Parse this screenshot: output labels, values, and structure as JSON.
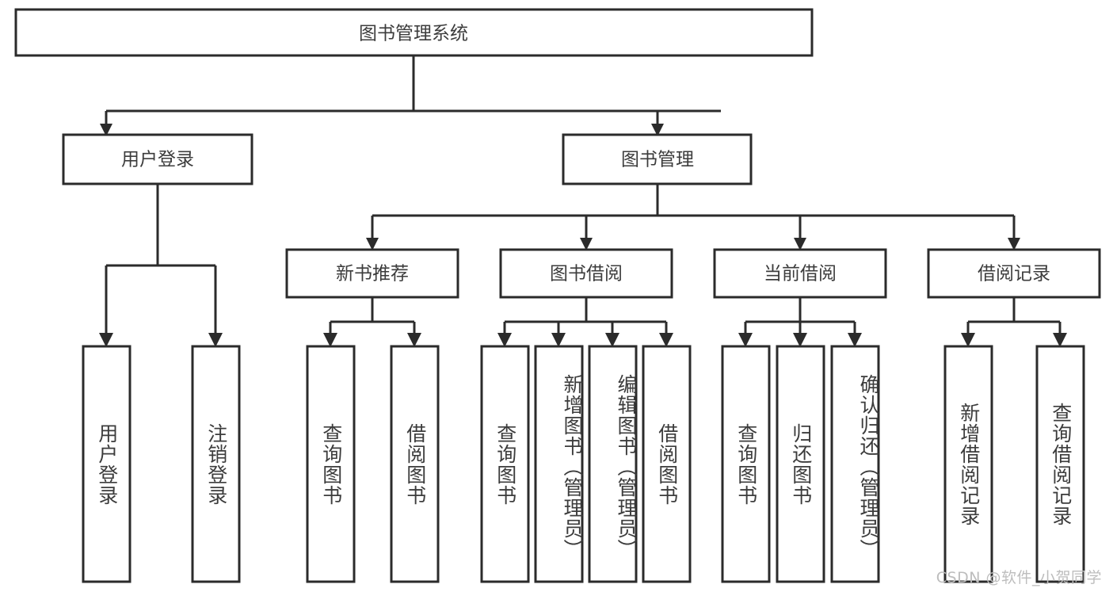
{
  "diagram": {
    "type": "tree",
    "title": "图书管理系统",
    "watermark": "CSDN @软件_小贺同学",
    "colors": {
      "stroke": "#2b2b2b",
      "fill": "#ffffff",
      "text": "#3c3c3c",
      "watermark": "#bdbdbd"
    },
    "root": {
      "label": "图书管理系统"
    },
    "level2": [
      {
        "label": "用户登录"
      },
      {
        "label": "图书管理"
      }
    ],
    "level3": [
      {
        "label": "新书推荐"
      },
      {
        "label": "图书借阅"
      },
      {
        "label": "当前借阅"
      },
      {
        "label": "借阅记录"
      }
    ],
    "leaves": {
      "user_login": [
        {
          "label": "用户登录"
        },
        {
          "label": "注销登录"
        }
      ],
      "new_book_recommend": [
        {
          "label": "查询图书"
        },
        {
          "label": "借阅图书"
        }
      ],
      "book_borrow": [
        {
          "label": "查询图书"
        },
        {
          "label": "新增图书（管理员）"
        },
        {
          "label": "编辑图书（管理员）"
        },
        {
          "label": "借阅图书"
        }
      ],
      "current_borrow": [
        {
          "label": "查询图书"
        },
        {
          "label": "归还图书"
        },
        {
          "label": "确认归还（管理员）"
        }
      ],
      "borrow_records": [
        {
          "label": "新增借阅记录"
        },
        {
          "label": "查询借阅记录"
        }
      ]
    }
  }
}
